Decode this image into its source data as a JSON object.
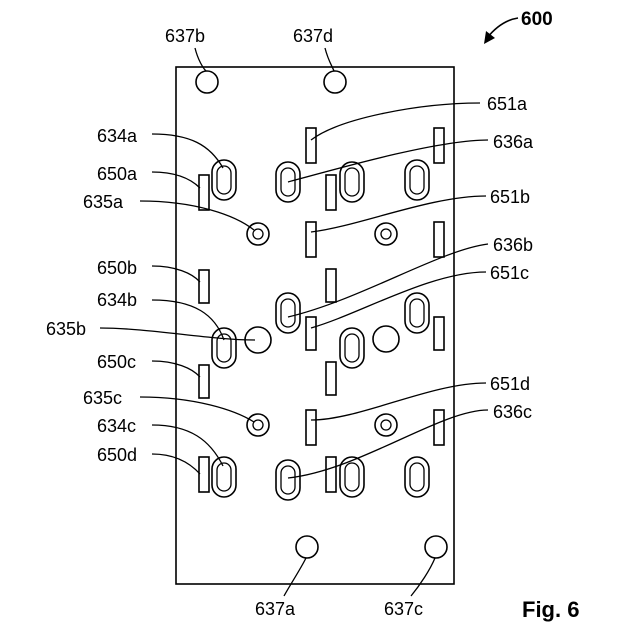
{
  "figure": {
    "ref_number": "600",
    "caption": "Fig. 6"
  },
  "labels": {
    "637a": "637a",
    "637b": "637b",
    "637c": "637c",
    "637d": "637d",
    "634a": "634a",
    "634b": "634b",
    "634c": "634c",
    "635a": "635a",
    "635b": "635b",
    "635c": "635c",
    "636a": "636a",
    "636b": "636b",
    "636c": "636c",
    "650a": "650a",
    "650b": "650b",
    "650c": "650c",
    "650d": "650d",
    "651a": "651a",
    "651b": "651b",
    "651c": "651c",
    "651d": "651d"
  },
  "colors": {
    "line": "#000000",
    "background": "#ffffff"
  }
}
